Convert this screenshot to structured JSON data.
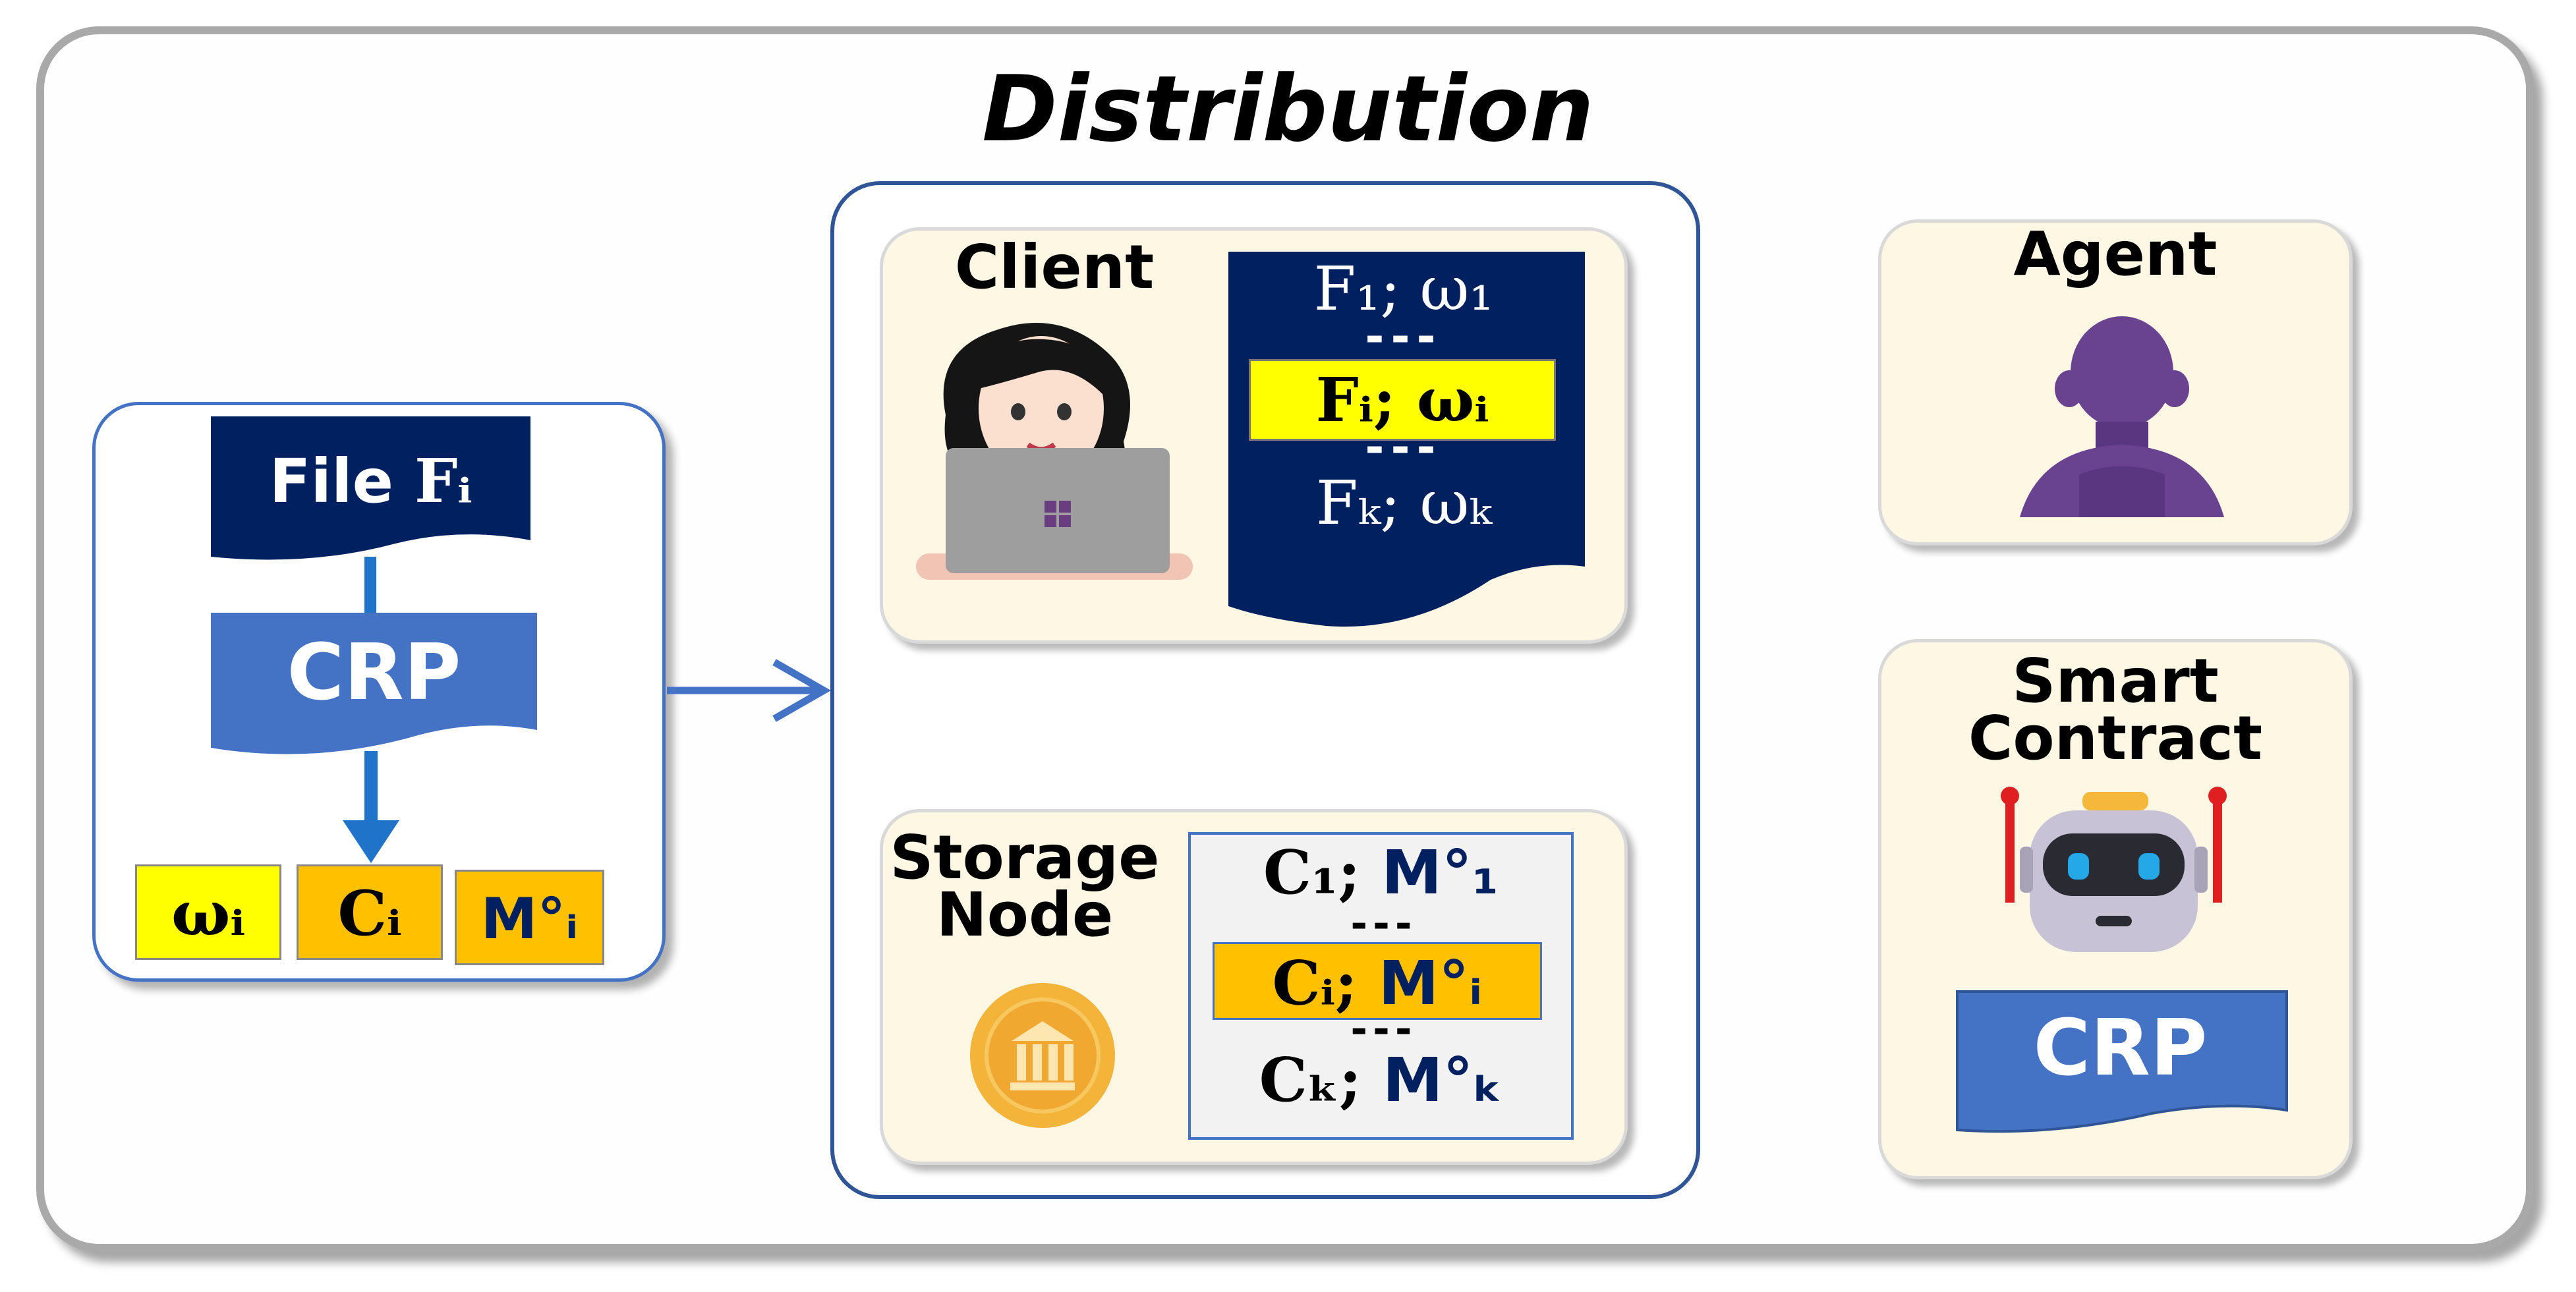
{
  "title": "Distribution",
  "left": {
    "file_label": "File ",
    "file_symbol": "Fᵢ",
    "crp_label": "CRP",
    "outputs": {
      "omega": "ωᵢ",
      "c": "Cᵢ",
      "m": "M°ᵢ"
    }
  },
  "client": {
    "title": "Client",
    "line1": "F₁; ω₁",
    "line2": "Fᵢ; ωᵢ",
    "line3": "Fₖ; ωₖ",
    "dashes": "---"
  },
  "storage": {
    "title": "Storage Node",
    "line1_c": "C₁; ",
    "line1_m": "M°₁",
    "line2_c": "Cᵢ; ",
    "line2_m": "M°ᵢ",
    "line3_c": "Cₖ; ",
    "line3_m": "M°ₖ",
    "dashes": "---"
  },
  "agent": {
    "title": "Agent"
  },
  "contract": {
    "title": "Smart Contract",
    "crp_label": "CRP"
  },
  "colors": {
    "navy": "#002060",
    "blue": "#4472c4",
    "yellow": "#ffff00",
    "orange": "#ffc000",
    "cream": "#fdf7e4",
    "agent_purple": "#6a4390"
  }
}
